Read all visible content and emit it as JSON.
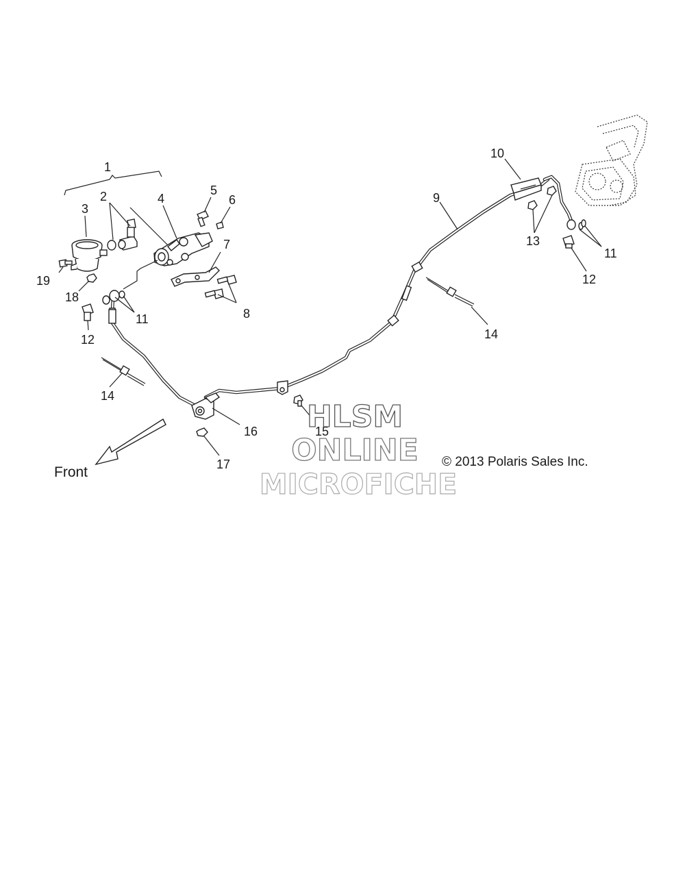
{
  "callouts": {
    "c1": "1",
    "c2": "2",
    "c3": "3",
    "c4": "4",
    "c5": "5",
    "c6": "6",
    "c7": "7",
    "c8": "8",
    "c9": "9",
    "c10": "10",
    "c11a": "11",
    "c11b": "11",
    "c12a": "12",
    "c12b": "12",
    "c13": "13",
    "c14a": "14",
    "c14b": "14",
    "c15": "15",
    "c16": "16",
    "c17": "17",
    "c18": "18",
    "c19": "19"
  },
  "front_label": "Front",
  "copyright": "© 2013 Polaris Sales Inc.",
  "watermark": {
    "line1": "HLSM",
    "line2": "ONLINE",
    "line3": "MICROFICHE"
  }
}
